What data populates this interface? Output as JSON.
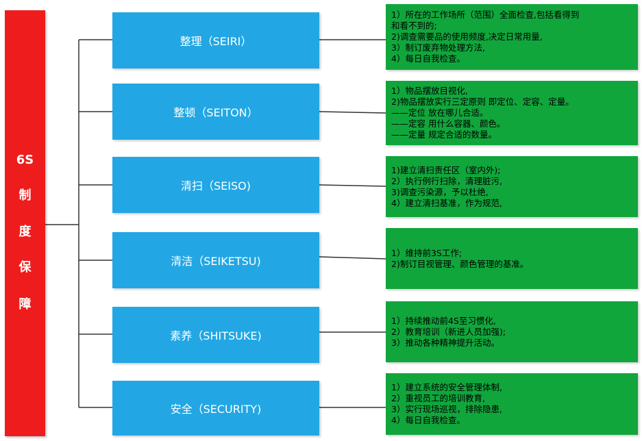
{
  "root": {
    "chars": [
      "6S",
      "制",
      "度",
      "保",
      "障"
    ],
    "color": "#ee1c1c"
  },
  "colors": {
    "category": "#22a7e4",
    "detail": "#11a63c",
    "connector": "#333333"
  },
  "categories": [
    {
      "label": "整理（SEIRI）",
      "details": [
        "1）所在的工作场所（范围）全面检查,包括看得到",
        "和看不到的;",
        "2)调查需要品的使用频度,决定日常用量,",
        "3）制订废弃物处理方法,",
        "4）每日自我检查。"
      ]
    },
    {
      "label": "整顿（SEITON）",
      "details": [
        "1）物品摆放目视化,",
        "2)物品摆放实行三定原则 即定位、定容、定量。",
        "——定位 放在哪儿合适。",
        "——定容 用什么容器、颜色。",
        "——定量 规定合适的数量。"
      ]
    },
    {
      "label": "清扫（SEISO)",
      "details": [
        "1)建立清扫责任区（室内外);",
        "2）执行例行扫除，清理脏污,",
        "3)调查污染源，予以杜绝,",
        "4）建立清扫基准，作为规范,"
      ]
    },
    {
      "label": "清洁（SEIKETSU)",
      "details": [
        "1）维持前3S工作;",
        "2)制订目视管理、颜色管理的基准。"
      ]
    },
    {
      "label": "素养（SHITSUKE)",
      "details": [
        "1）持续推动前4S至习惯化,",
        "2）教育培训（新进人员加强);",
        "3）推动各种精神提升活动。"
      ]
    },
    {
      "label": "安全（SECURITY)",
      "details": [
        "1）建立系统的安全管理体制,",
        "2）重视员工的培训教育,",
        "3）实行现场巡视，排除隐患,",
        "4）每日自我检查。"
      ]
    }
  ]
}
